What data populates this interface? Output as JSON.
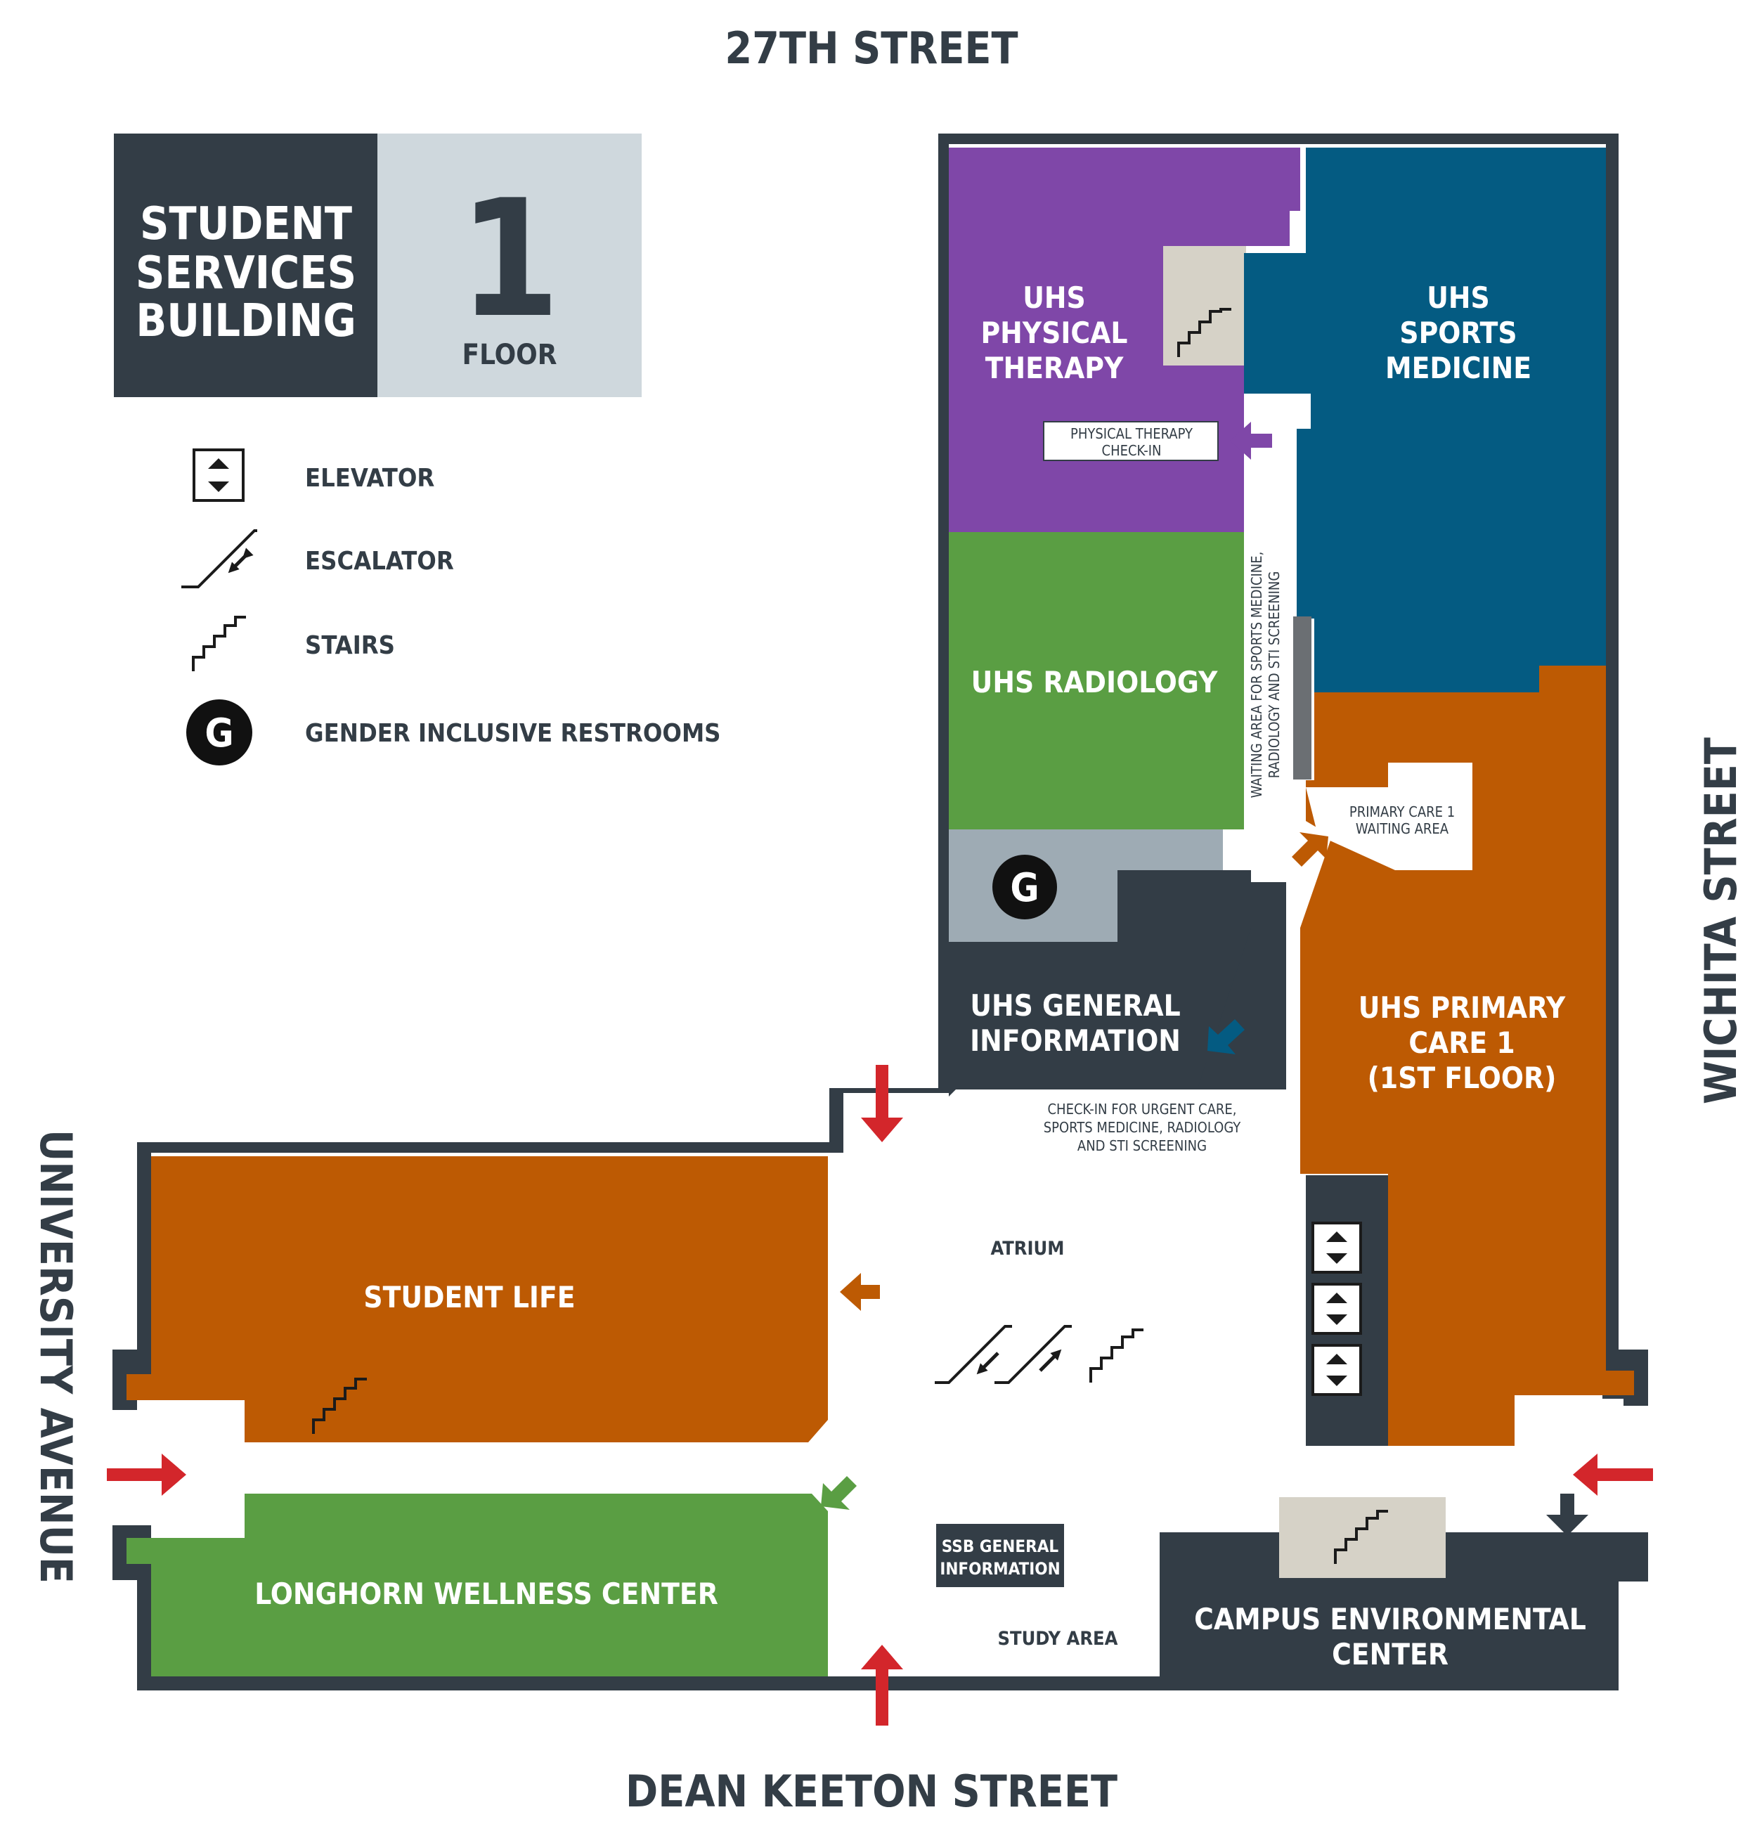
{
  "streets": {
    "north": "27TH STREET",
    "south": "DEAN KEETON STREET",
    "west": "UNIVERSITY AVENUE",
    "east": "WICHITA STREET"
  },
  "title_block": {
    "line1": "STUDENT",
    "line2": "SERVICES",
    "line3": "BUILDING",
    "floor_number": "1",
    "floor_label": "FLOOR"
  },
  "legend": [
    {
      "icon": "elevator-icon",
      "label": "ELEVATOR"
    },
    {
      "icon": "escalator-icon",
      "label": "ESCALATOR"
    },
    {
      "icon": "stairs-icon",
      "label": "STAIRS"
    },
    {
      "icon": "gender-inclusive-restroom-icon",
      "label": "GENDER INCLUSIVE RESTROOMS",
      "glyph": "G"
    }
  ],
  "rooms": {
    "physical_therapy": [
      "UHS",
      "PHYSICAL",
      "THERAPY"
    ],
    "sports_medicine": [
      "UHS",
      "SPORTS",
      "MEDICINE"
    ],
    "radiology": "UHS RADIOLOGY",
    "general_information": [
      "UHS GENERAL",
      "INFORMATION"
    ],
    "primary_care": [
      "UHS PRIMARY",
      "CARE 1",
      "(1ST FLOOR)"
    ],
    "student_life": "STUDENT LIFE",
    "wellness_center": "LONGHORN WELLNESS CENTER",
    "environmental_center": [
      "CAMPUS ENVIRONMENTAL",
      "CENTER"
    ],
    "restroom_glyph": "G"
  },
  "labels": {
    "pt_checkin": [
      "PHYSICAL THERAPY",
      "CHECK-IN"
    ],
    "waiting_area": [
      "WAITING AREA FOR SPORTS MEDICINE,",
      "RADIOLOGY AND STI SCREENING"
    ],
    "primary_waiting": [
      "PRIMARY CARE 1",
      "WAITING AREA"
    ],
    "urgent_checkin": [
      "CHECK-IN FOR URGENT CARE,",
      "SPORTS MEDICINE, RADIOLOGY",
      "AND STI SCREENING"
    ],
    "atrium": "ATRIUM",
    "ssb_info": [
      "SSB GENERAL",
      "INFORMATION"
    ],
    "study_area": "STUDY AREA"
  },
  "colors": {
    "dark": "#333d46",
    "purple": "#7f47a8",
    "blue": "#045b82",
    "green": "#5a9e43",
    "orange": "#bd5a03",
    "gray": "#9eabb4",
    "beige": "#d6d2c7",
    "light_gray": "#cfd8dd",
    "red_arrow": "#d3262b"
  }
}
